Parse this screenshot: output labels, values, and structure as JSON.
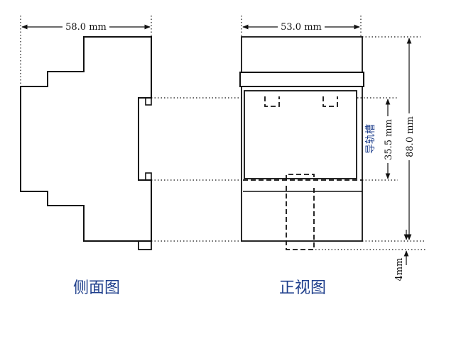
{
  "side_view": {
    "width_label": "58.0 mm",
    "caption": "侧面图"
  },
  "front_view": {
    "width_label": "53.0 mm",
    "height_label": "88.0 mm",
    "rail_height_label": "35.5 mm",
    "rail_slot_label": "导轨槽",
    "bottom_offset_label": "4mm",
    "caption": "正视图"
  },
  "colors": {
    "line": "#111111",
    "caption": "#1f3f8c"
  }
}
